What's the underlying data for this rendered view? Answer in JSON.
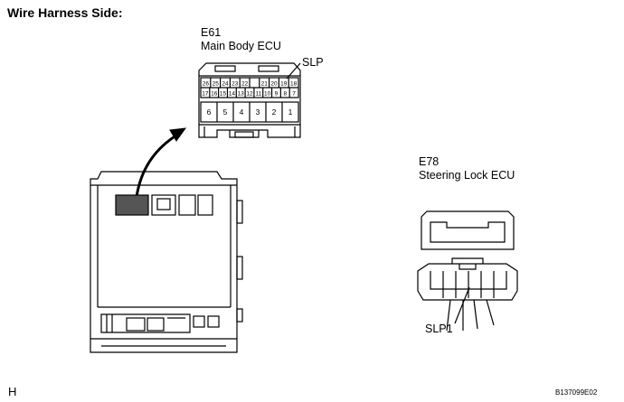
{
  "title": "Wire Harness Side:",
  "connector_e61": {
    "code": "E61",
    "name": "Main Body ECU",
    "callout": "SLP",
    "top_row": [
      "26",
      "25",
      "24",
      "23",
      "22",
      "",
      "21",
      "20",
      "19",
      "18"
    ],
    "mid_row": [
      "17",
      "16",
      "15",
      "14",
      "13",
      "12",
      "11",
      "10",
      "9",
      "8",
      "7"
    ],
    "bottom_row": [
      "6",
      "5",
      "4",
      "3",
      "2",
      "1"
    ]
  },
  "connector_e78": {
    "code": "E78",
    "name": "Steering Lock ECU",
    "callout": "SLP1"
  },
  "footer": {
    "left": "H",
    "right": "B137099E02"
  }
}
